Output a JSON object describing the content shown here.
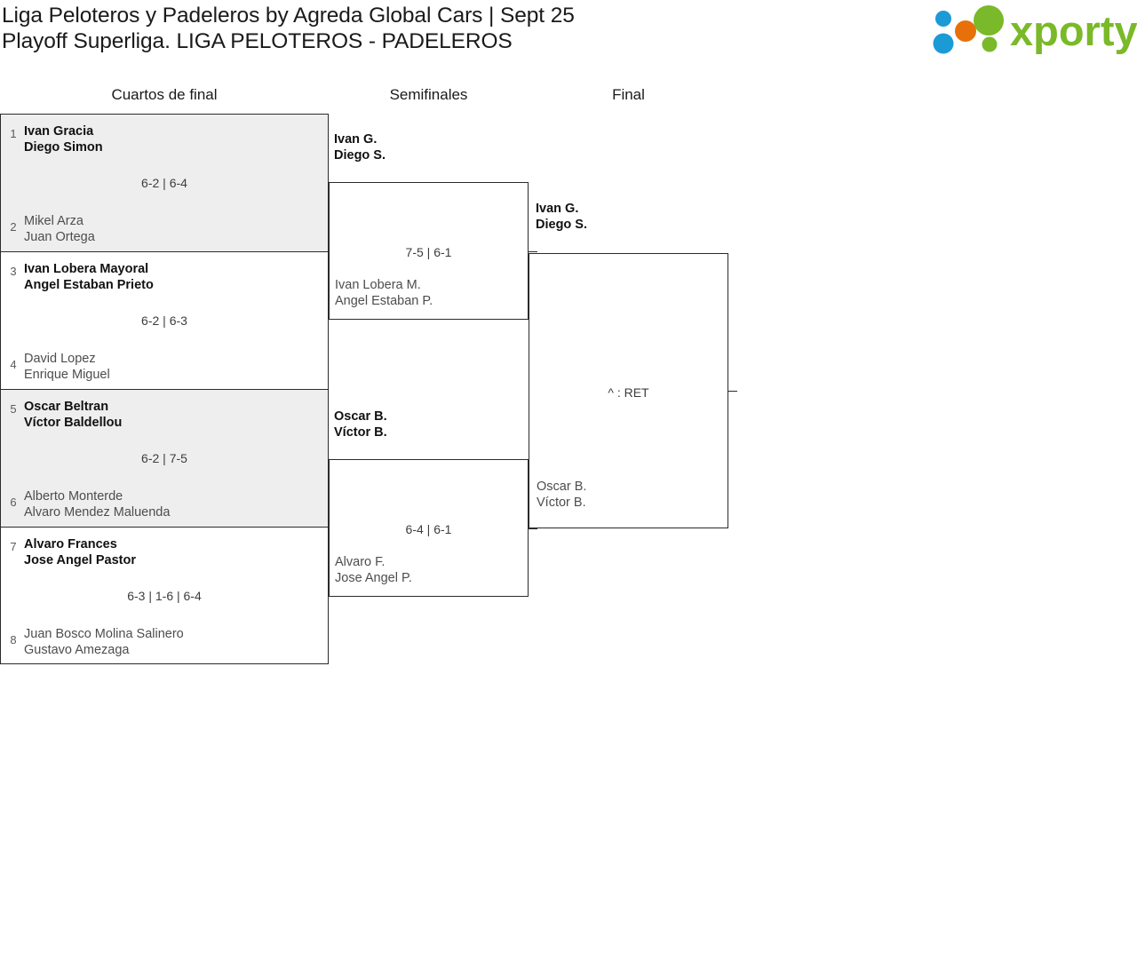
{
  "header": {
    "title_line1": "Liga Peloteros y Padeleros by Agreda Global Cars | Sept 25",
    "title_line2": "Playoff Superliga. LIGA PELOTEROS - PADELEROS",
    "logo_text": "xporty",
    "logo_colors": {
      "green": "#7ab929",
      "blue": "#1b9ad6",
      "orange": "#e8700a"
    }
  },
  "rounds": [
    {
      "label": "Cuartos de final"
    },
    {
      "label": "Semifinales"
    },
    {
      "label": "Final"
    }
  ],
  "quarterfinals": [
    {
      "shaded": true,
      "seed_top": "1",
      "top_p1": "Ivan Gracia",
      "top_p2": "Diego Simon",
      "top_winner": true,
      "seed_bot": "2",
      "bot_p1": "Mikel Arza",
      "bot_p2": "Juan Ortega",
      "bot_winner": false,
      "score": "6-2 | 6-4"
    },
    {
      "shaded": false,
      "seed_top": "3",
      "top_p1": "Ivan Lobera Mayoral",
      "top_p2": "Angel Estaban Prieto",
      "top_winner": true,
      "seed_bot": "4",
      "bot_p1": "David Lopez",
      "bot_p2": "Enrique Miguel",
      "bot_winner": false,
      "score": "6-2 | 6-3"
    },
    {
      "shaded": true,
      "seed_top": "5",
      "top_p1": "Oscar Beltran",
      "top_p2": "Víctor Baldellou",
      "top_winner": true,
      "seed_bot": "6",
      "bot_p1": "Alberto Monterde",
      "bot_p2": "Alvaro Mendez Maluenda",
      "bot_winner": false,
      "score": "6-2 | 7-5"
    },
    {
      "shaded": false,
      "seed_top": "7",
      "top_p1": "Alvaro Frances",
      "top_p2": "Jose Angel Pastor",
      "top_winner": true,
      "seed_bot": "8",
      "bot_p1": "Juan Bosco Molina Salinero",
      "bot_p2": "Gustavo Amezaga",
      "bot_winner": false,
      "score": "6-3 | 1-6 | 6-4"
    }
  ],
  "semifinals": [
    {
      "top_p1": "Ivan G.",
      "top_p2": "Diego S.",
      "top_winner": true,
      "bot_p1": "Ivan Lobera M.",
      "bot_p2": "Angel Estaban P.",
      "bot_winner": false,
      "score": "7-5 | 6-1"
    },
    {
      "top_p1": "Oscar B.",
      "top_p2": "Víctor B.",
      "top_winner": true,
      "bot_p1": "Alvaro F.",
      "bot_p2": "Jose Angel P.",
      "bot_winner": false,
      "score": "6-4 | 6-1"
    }
  ],
  "final": {
    "top_p1": "Ivan G.",
    "top_p2": "Diego S.",
    "top_winner": true,
    "bot_p1": "Oscar B.",
    "bot_p2": "Víctor B.",
    "bot_winner": false,
    "score": "^ : RET"
  }
}
